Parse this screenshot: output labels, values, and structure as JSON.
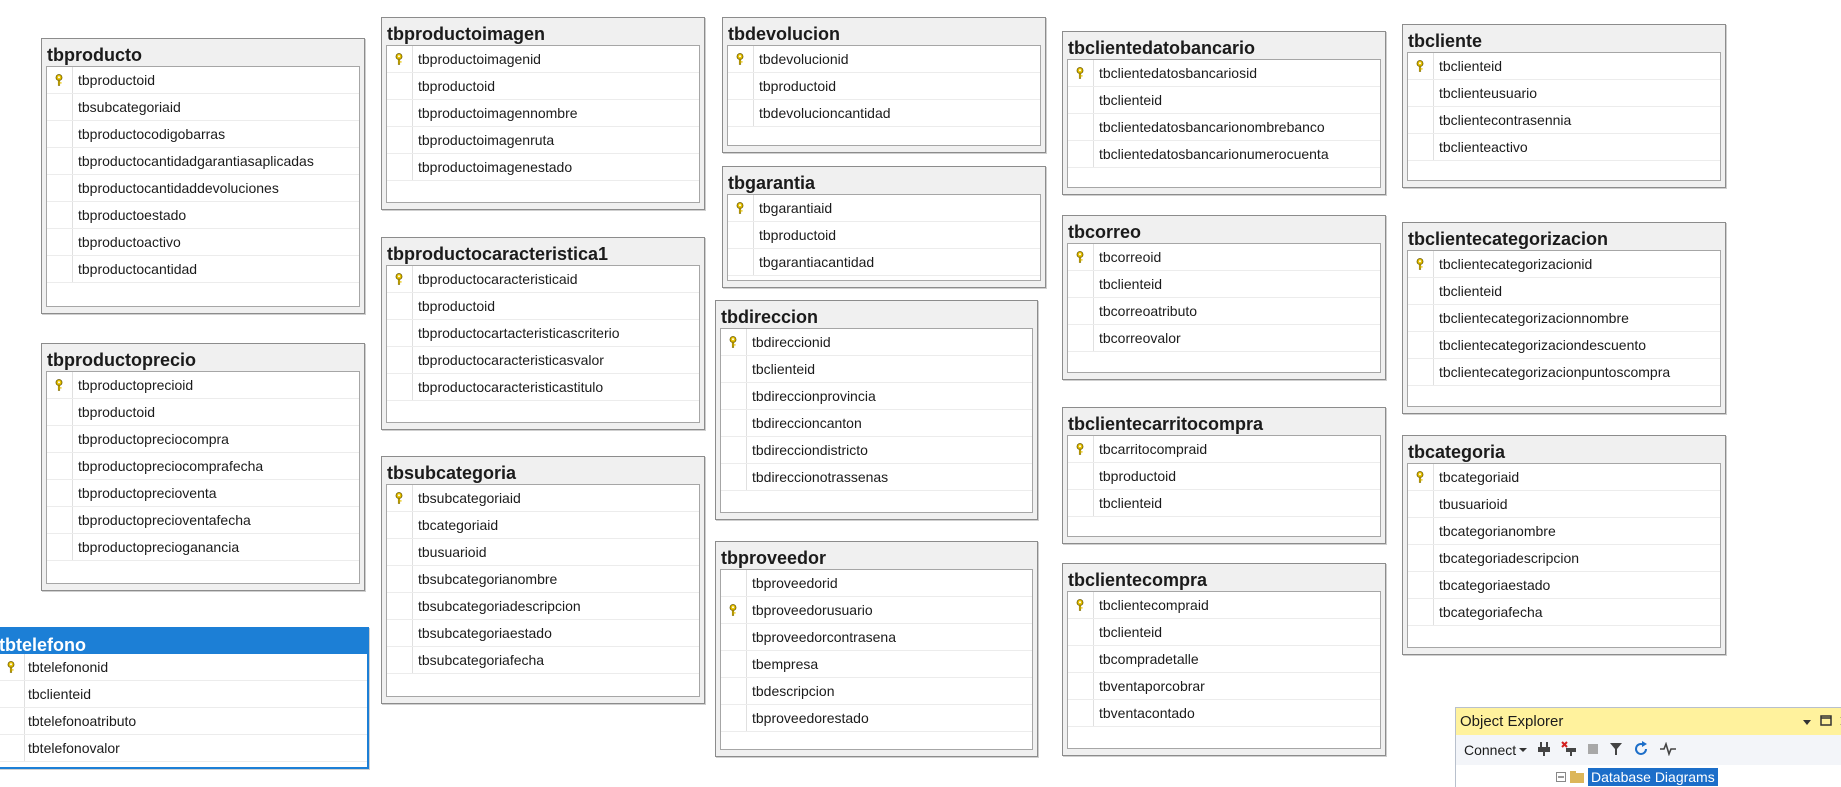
{
  "tables": [
    {
      "id": "tbproducto",
      "title": "tbproducto",
      "columns": [
        {
          "name": "tbproductoid",
          "pk": true
        },
        {
          "name": "tbsubcategoriaid",
          "pk": false
        },
        {
          "name": "tbproductocodigobarras",
          "pk": false
        },
        {
          "name": "tbproductocantidadgarantiasaplicadas",
          "pk": false
        },
        {
          "name": "tbproductocantidaddevoluciones",
          "pk": false
        },
        {
          "name": "tbproductoestado",
          "pk": false
        },
        {
          "name": "tbproductoactivo",
          "pk": false
        },
        {
          "name": "tbproductocantidad",
          "pk": false
        }
      ]
    },
    {
      "id": "tbproductoprecio",
      "title": "tbproductoprecio",
      "columns": [
        {
          "name": "tbproductoprecioid",
          "pk": true
        },
        {
          "name": "tbproductoid",
          "pk": false
        },
        {
          "name": "tbproductopreciocompra",
          "pk": false
        },
        {
          "name": "tbproductopreciocomprafecha",
          "pk": false
        },
        {
          "name": "tbproductoprecioventa",
          "pk": false
        },
        {
          "name": "tbproductoprecioventafecha",
          "pk": false
        },
        {
          "name": "tbproductoprecioganancia",
          "pk": false
        }
      ]
    },
    {
      "id": "tbtelefono",
      "title": "tbtelefono",
      "selected": true,
      "columns": [
        {
          "name": "tbtelefononid",
          "pk": true
        },
        {
          "name": "tbclienteid",
          "pk": false
        },
        {
          "name": "tbtelefonoatributo",
          "pk": false
        },
        {
          "name": "tbtelefonovalor",
          "pk": false
        }
      ]
    },
    {
      "id": "tbproductoimagen",
      "title": "tbproductoimagen",
      "columns": [
        {
          "name": "tbproductoimagenid",
          "pk": true
        },
        {
          "name": "tbproductoid",
          "pk": false
        },
        {
          "name": "tbproductoimagennombre",
          "pk": false
        },
        {
          "name": "tbproductoimagenruta",
          "pk": false
        },
        {
          "name": "tbproductoimagenestado",
          "pk": false
        }
      ]
    },
    {
      "id": "tbproductocaracteristica1",
      "title": "tbproductocaracteristica1",
      "columns": [
        {
          "name": "tbproductocaracteristicaid",
          "pk": true
        },
        {
          "name": "tbproductoid",
          "pk": false
        },
        {
          "name": "tbproductocartacteristicascriterio",
          "pk": false
        },
        {
          "name": "tbproductocaracteristicasvalor",
          "pk": false
        },
        {
          "name": "tbproductocaracteristicastitulo",
          "pk": false
        }
      ]
    },
    {
      "id": "tbsubcategoria",
      "title": "tbsubcategoria",
      "columns": [
        {
          "name": "tbsubcategoriaid",
          "pk": true
        },
        {
          "name": "tbcategoriaid",
          "pk": false
        },
        {
          "name": "tbusuarioid",
          "pk": false
        },
        {
          "name": "tbsubcategorianombre",
          "pk": false
        },
        {
          "name": "tbsubcategoriadescripcion",
          "pk": false
        },
        {
          "name": "tbsubcategoriaestado",
          "pk": false
        },
        {
          "name": "tbsubcategoriafecha",
          "pk": false
        }
      ]
    },
    {
      "id": "tbdevolucion",
      "title": "tbdevolucion",
      "columns": [
        {
          "name": "tbdevolucionid",
          "pk": true
        },
        {
          "name": "tbproductoid",
          "pk": false
        },
        {
          "name": "tbdevolucioncantidad",
          "pk": false
        }
      ]
    },
    {
      "id": "tbgarantia",
      "title": "tbgarantia",
      "columns": [
        {
          "name": "tbgarantiaid",
          "pk": true
        },
        {
          "name": "tbproductoid",
          "pk": false
        },
        {
          "name": "tbgarantiacantidad",
          "pk": false
        }
      ]
    },
    {
      "id": "tbdireccion",
      "title": "tbdireccion",
      "columns": [
        {
          "name": "tbdireccionid",
          "pk": true
        },
        {
          "name": "tbclienteid",
          "pk": false
        },
        {
          "name": "tbdireccionprovincia",
          "pk": false
        },
        {
          "name": "tbdireccioncanton",
          "pk": false
        },
        {
          "name": "tbdirecciondistricto",
          "pk": false
        },
        {
          "name": "tbdireccionotrassenas",
          "pk": false
        }
      ]
    },
    {
      "id": "tbproveedor",
      "title": "tbproveedor",
      "columns": [
        {
          "name": "tbproveedorid",
          "pk": false
        },
        {
          "name": "tbproveedorusuario",
          "pk": true
        },
        {
          "name": "tbproveedorcontrasena",
          "pk": false
        },
        {
          "name": "tbempresa",
          "pk": false
        },
        {
          "name": "tbdescripcion",
          "pk": false
        },
        {
          "name": "tbproveedorestado",
          "pk": false
        }
      ]
    },
    {
      "id": "tbclientedatobancario",
      "title": "tbclientedatobancario",
      "columns": [
        {
          "name": "tbclientedatosbancariosid",
          "pk": true
        },
        {
          "name": "tbclienteid",
          "pk": false
        },
        {
          "name": "tbclientedatosbancarionombrebanco",
          "pk": false
        },
        {
          "name": "tbclientedatosbancarionumerocuenta",
          "pk": false
        }
      ]
    },
    {
      "id": "tbcorreo",
      "title": "tbcorreo",
      "columns": [
        {
          "name": "tbcorreoid",
          "pk": true
        },
        {
          "name": "tbclienteid",
          "pk": false
        },
        {
          "name": "tbcorreoatributo",
          "pk": false
        },
        {
          "name": "tbcorreovalor",
          "pk": false
        }
      ]
    },
    {
      "id": "tbclientecarritocompra",
      "title": "tbclientecarritocompra",
      "columns": [
        {
          "name": "tbcarritocompraid",
          "pk": true
        },
        {
          "name": "tbproductoid",
          "pk": false
        },
        {
          "name": "tbclienteid",
          "pk": false
        }
      ]
    },
    {
      "id": "tbclientecompra",
      "title": "tbclientecompra",
      "columns": [
        {
          "name": "tbclientecompraid",
          "pk": true
        },
        {
          "name": "tbclienteid",
          "pk": false
        },
        {
          "name": "tbcompradetalle",
          "pk": false
        },
        {
          "name": "tbventaporcobrar",
          "pk": false
        },
        {
          "name": "tbventacontado",
          "pk": false
        }
      ]
    },
    {
      "id": "tbcliente",
      "title": "tbcliente",
      "columns": [
        {
          "name": "tbclienteid",
          "pk": true
        },
        {
          "name": "tbclienteusuario",
          "pk": false
        },
        {
          "name": "tbclientecontrasennia",
          "pk": false
        },
        {
          "name": "tbclienteactivo",
          "pk": false
        }
      ]
    },
    {
      "id": "tbclientecategorizacion",
      "title": "tbclientecategorizacion",
      "columns": [
        {
          "name": "tbclientecategorizacionid",
          "pk": true
        },
        {
          "name": "tbclienteid",
          "pk": false
        },
        {
          "name": "tbclientecategorizacionnombre",
          "pk": false
        },
        {
          "name": "tbclientecategorizaciondescuento",
          "pk": false
        },
        {
          "name": "tbclientecategorizacionpuntoscompra",
          "pk": false
        }
      ]
    },
    {
      "id": "tbcategoria",
      "title": "tbcategoria",
      "columns": [
        {
          "name": "tbcategoriaid",
          "pk": true
        },
        {
          "name": "tbusuarioid",
          "pk": false
        },
        {
          "name": "tbcategorianombre",
          "pk": false
        },
        {
          "name": "tbcategoriadescripcion",
          "pk": false
        },
        {
          "name": "tbcategoriaestado",
          "pk": false
        },
        {
          "name": "tbcategoriafecha",
          "pk": false
        }
      ]
    }
  ],
  "object_explorer": {
    "title": "Object Explorer",
    "connect_label": "Connect",
    "tree_node_label": "Database Diagrams"
  },
  "colors": {
    "selection": "#1c7fd6",
    "key": "#e8c200",
    "panel_header": "#fff29d"
  },
  "icons": {
    "primary_key": "key-icon"
  }
}
